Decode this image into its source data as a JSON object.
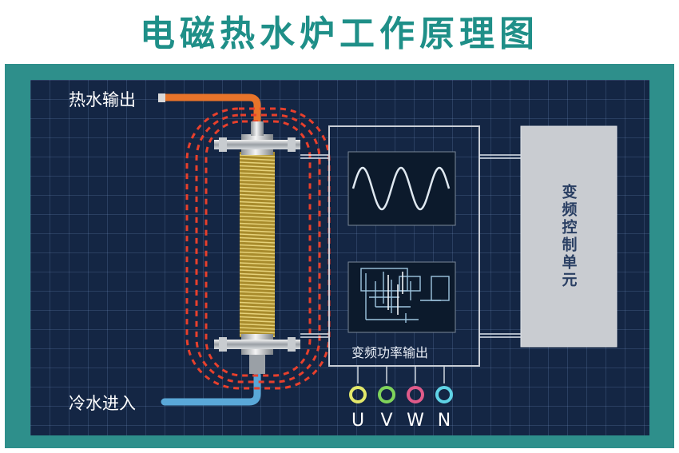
{
  "title": "电磁热水炉工作原理图",
  "labels": {
    "hot_water_out": "热水输出",
    "cold_water_in": "冷水进入",
    "power_output": "变频功率输出",
    "control_unit": "变频控制单元"
  },
  "terminals": [
    {
      "label": "U",
      "color": "#e3e86a"
    },
    {
      "label": "V",
      "color": "#7fd35a"
    },
    {
      "label": "W",
      "color": "#e05b8a"
    },
    {
      "label": "N",
      "color": "#5fd3e6"
    }
  ],
  "colors": {
    "accent": "#1f8f88",
    "hot_pipe": "#e8742a",
    "cold_pipe": "#5aa8d8",
    "field_lines": "#e8402c",
    "coil": "#c9b04a"
  }
}
